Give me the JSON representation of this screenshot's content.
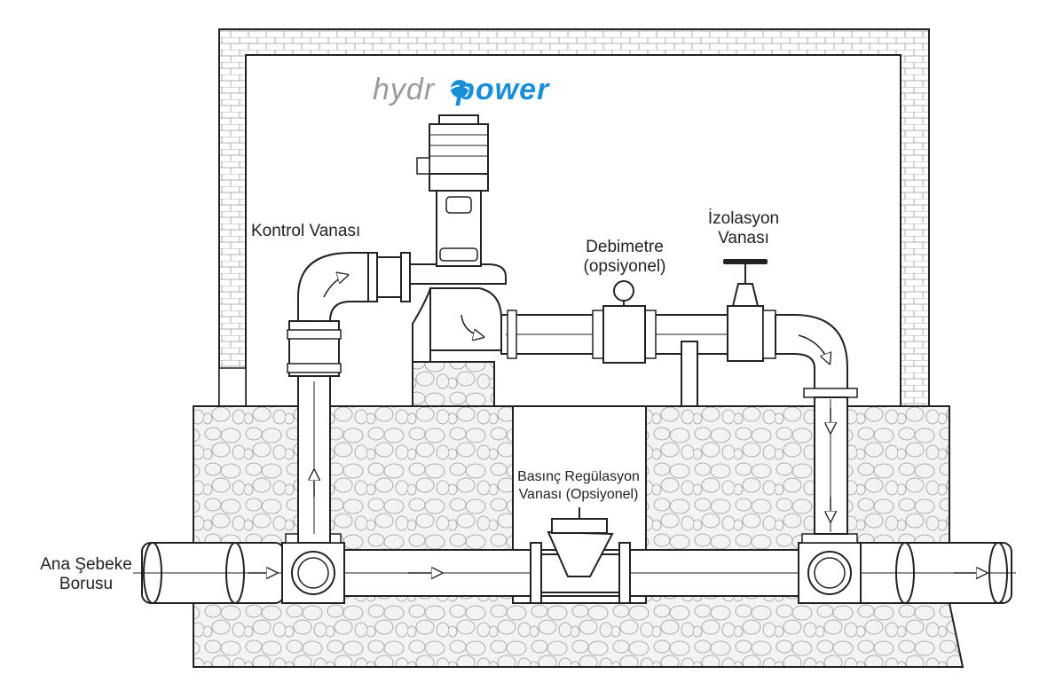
{
  "logo": {
    "part1": "hydr",
    "part2": "power",
    "color_gray": "#9a9a9a",
    "color_blue": "#1a8fd6"
  },
  "labels": {
    "kontrol_vanasi": "Kontrol Vanası",
    "debimetre_line1": "Debimetre",
    "debimetre_line2": "(opsiyonel)",
    "izolasyon_line1": "İzolasyon",
    "izolasyon_line2": "Vanası",
    "basinc_line1": "Basınç Regülasyon",
    "basinc_line2": "Vanası (Opsiyonel)",
    "ana_line1": "Ana Şebeke",
    "ana_line2": "Borusu"
  },
  "colors": {
    "line": "#222222",
    "soil_fill": "#f1f1f1",
    "logo_icon": "#1a8fd6"
  }
}
